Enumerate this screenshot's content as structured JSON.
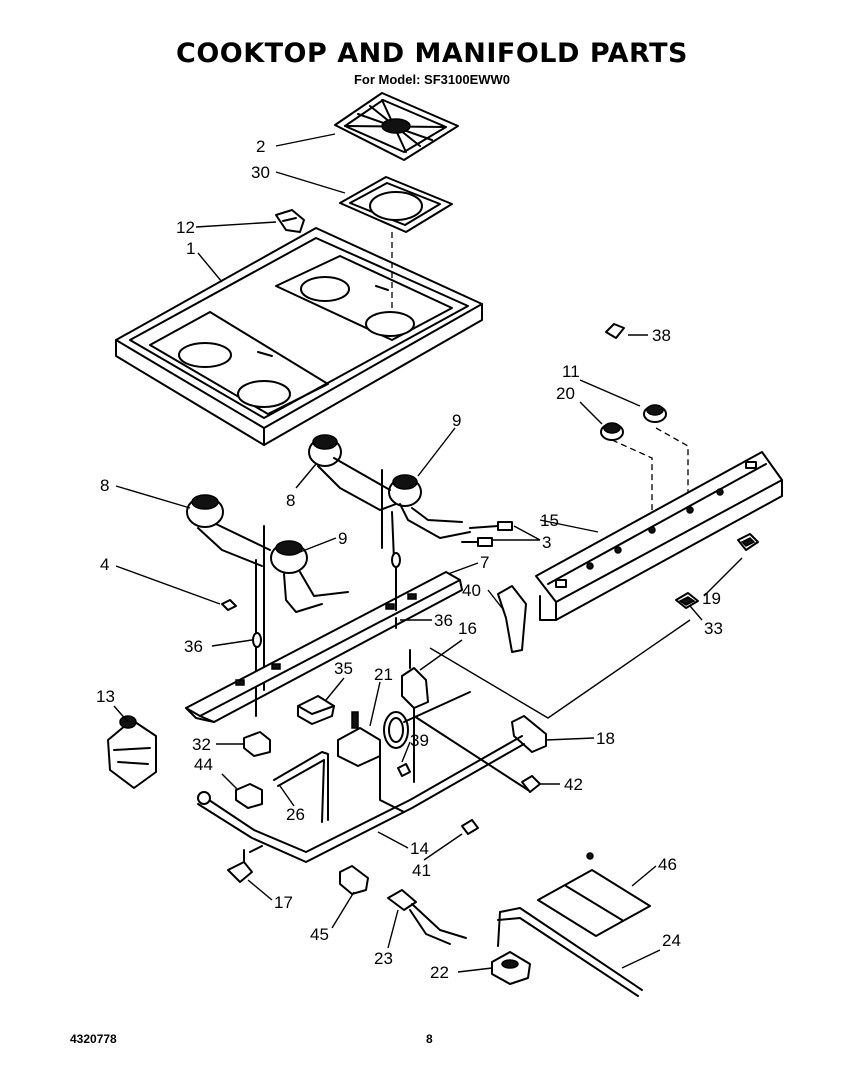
{
  "header": {
    "title": "COOKTOP AND MANIFOLD PARTS",
    "subtitle": "For Model: SF3100EWW0"
  },
  "footer": {
    "doc_number": "4320778",
    "page_number": "8"
  },
  "labels": [
    {
      "id": "2",
      "text": "2"
    },
    {
      "id": "30",
      "text": "30"
    },
    {
      "id": "12",
      "text": "12"
    },
    {
      "id": "1",
      "text": "1"
    },
    {
      "id": "38",
      "text": "38"
    },
    {
      "id": "11",
      "text": "11"
    },
    {
      "id": "20",
      "text": "20"
    },
    {
      "id": "9a",
      "text": "9"
    },
    {
      "id": "8a",
      "text": "8"
    },
    {
      "id": "8b",
      "text": "8"
    },
    {
      "id": "9b",
      "text": "9"
    },
    {
      "id": "15",
      "text": "15"
    },
    {
      "id": "3",
      "text": "3"
    },
    {
      "id": "7",
      "text": "7"
    },
    {
      "id": "4",
      "text": "4"
    },
    {
      "id": "40",
      "text": "40"
    },
    {
      "id": "19",
      "text": "19"
    },
    {
      "id": "33",
      "text": "33"
    },
    {
      "id": "36a",
      "text": "36"
    },
    {
      "id": "36b",
      "text": "36"
    },
    {
      "id": "16",
      "text": "16"
    },
    {
      "id": "35",
      "text": "35"
    },
    {
      "id": "21",
      "text": "21"
    },
    {
      "id": "13",
      "text": "13"
    },
    {
      "id": "32",
      "text": "32"
    },
    {
      "id": "39",
      "text": "39"
    },
    {
      "id": "18",
      "text": "18"
    },
    {
      "id": "44",
      "text": "44"
    },
    {
      "id": "26",
      "text": "26"
    },
    {
      "id": "42",
      "text": "42"
    },
    {
      "id": "14",
      "text": "14"
    },
    {
      "id": "41",
      "text": "41"
    },
    {
      "id": "17",
      "text": "17"
    },
    {
      "id": "46",
      "text": "46"
    },
    {
      "id": "45",
      "text": "45"
    },
    {
      "id": "23",
      "text": "23"
    },
    {
      "id": "24",
      "text": "24"
    },
    {
      "id": "22",
      "text": "22"
    }
  ]
}
